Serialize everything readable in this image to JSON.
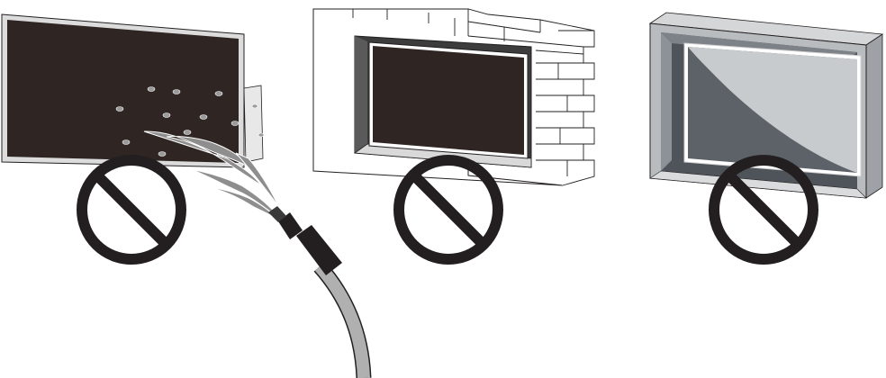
{
  "figure": {
    "panels": [
      {
        "id": "water",
        "depicts": [
          "tv-screen",
          "water-hose",
          "water-spray"
        ],
        "prohibited": true
      },
      {
        "id": "recessed-wall",
        "depicts": [
          "tv-screen",
          "brick-wall-niche"
        ],
        "prohibited": true
      },
      {
        "id": "enclosed-cabinet",
        "depicts": [
          "tv-screen",
          "closed-cabinet"
        ],
        "prohibited": true
      }
    ],
    "icons": [
      "prohibition-icon",
      "prohibition-icon",
      "prohibition-icon"
    ]
  },
  "colors": {
    "screen": "#2f2623",
    "frame": "#c9c9c9",
    "prohibition": "#231f20",
    "hose": "#a9a9a9",
    "nozzle": "#231f20",
    "cabinet": "#b9bcbf",
    "cabinet_dark": "#5b6066",
    "wall": "#ffffff",
    "outline": "#231f20"
  }
}
